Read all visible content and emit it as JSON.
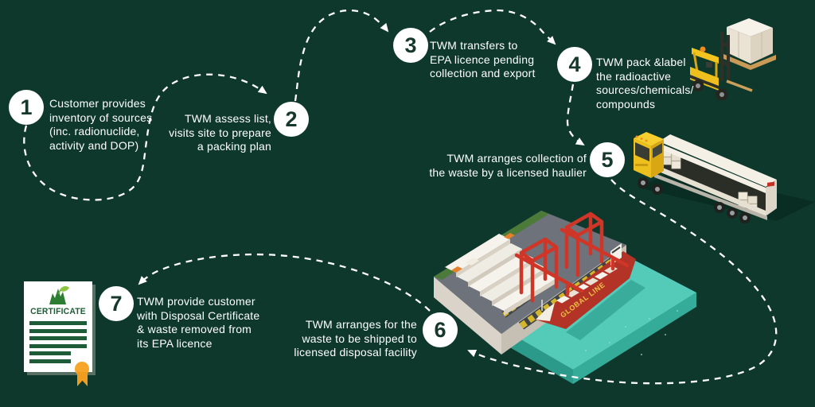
{
  "steps": [
    {
      "number": "1",
      "text": "Customer provides\ninventory of sources\n(inc. radionuclide,\nactivity and DOP)"
    },
    {
      "number": "2",
      "text": "TWM assess list,\nvisits site to prepare\na packing plan"
    },
    {
      "number": "3",
      "text": "TWM transfers to\nEPA licence pending\ncollection and export"
    },
    {
      "number": "4",
      "text": "TWM pack &label\nthe radioactive\nsources/chemicals/\ncompounds"
    },
    {
      "number": "5",
      "text": "TWM arranges collection of\nthe waste by a licensed haulier"
    },
    {
      "number": "6",
      "text": "TWM arranges for the\nwaste to be shipped to\nlicensed disposal facility"
    },
    {
      "number": "7",
      "text": "TWM provide customer\nwith Disposal Certificate\n& waste removed from\nits EPA licence"
    }
  ],
  "certificate": {
    "title": "CERTIFICATE"
  },
  "ship": {
    "hull_text": "GLOBAL LINE"
  },
  "colors": {
    "background": "#0e382c",
    "step_text": "#ffffff",
    "circle_fill": "#ffffff",
    "circle_number": "#16382c",
    "flow_path": "#ffffff",
    "certificate_green": "#1d5c36",
    "certificate_logo_green": "#8cc63f",
    "ribbon_orange": "#f5a62b",
    "vehicle_yellow": "#eec01d",
    "crane_red": "#cf3627",
    "ship_hull_red": "#b33327",
    "water_teal": "#54cbb9",
    "dock_gray": "#6d727b",
    "dock_concrete": "#d9d3c9",
    "container_white": "#f6f3ec",
    "shadow_green": "#0a2d23"
  }
}
